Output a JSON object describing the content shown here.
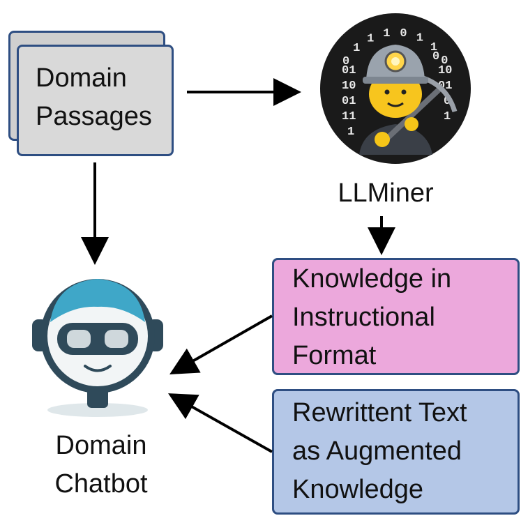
{
  "nodes": {
    "domain_passages": {
      "lines": [
        "Domain",
        "Passages"
      ],
      "fill": "#d9d9d9"
    },
    "llminer": {
      "label": "LLMiner",
      "binary_digits": [
        "0",
        "1",
        "1",
        "1",
        "0",
        "1",
        "1",
        "0",
        "01",
        "10",
        "01",
        "11",
        "1",
        "0",
        "10",
        "01",
        "0",
        "1"
      ]
    },
    "knowledge": {
      "lines": [
        "Knowledge in",
        "Instructional",
        "Format"
      ],
      "fill": "#eca8dc"
    },
    "rewritten": {
      "lines": [
        "Rewrittent Text",
        "as Augmented",
        "Knowledge"
      ],
      "fill": "#b4c7e7"
    },
    "chatbot": {
      "lines": [
        "Domain",
        "Chatbot"
      ]
    }
  },
  "colors": {
    "box_border": "#2e4e82",
    "arrow": "#000000",
    "robot_teal": "#3fa7c8",
    "robot_dark": "#2f4a5a"
  },
  "icons": {
    "llminer": "miner-robot-icon",
    "chatbot": "chatbot-robot-icon"
  }
}
